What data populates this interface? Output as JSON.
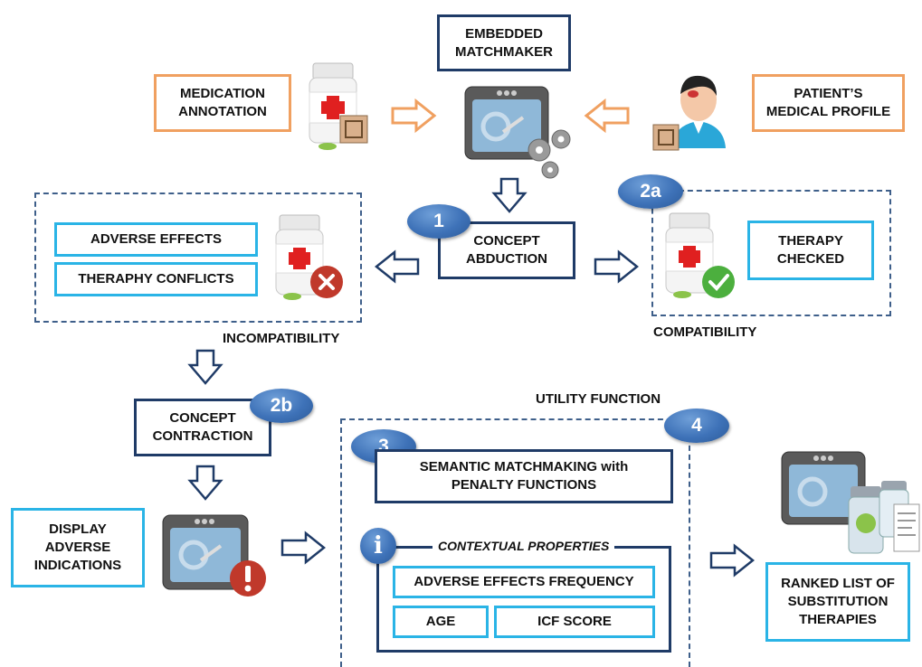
{
  "nodes": {
    "medication_annotation": "MEDICATION\nANNOTATION",
    "embedded_matchmaker": "EMBEDDED\nMATCHMAKER",
    "patient_profile": "PATIENT’S\nMEDICAL PROFILE",
    "concept_abduction": "CONCEPT\nABDUCTION",
    "adverse_effects": "ADVERSE EFFECTS",
    "theraphy_conflicts": "THERAPHY CONFLICTS",
    "therapy_checked": "THERAPY\nCHECKED",
    "concept_contraction": "CONCEPT\nCONTRACTION",
    "semantic_matchmaking": "SEMANTIC MATCHMAKING with\nPENALTY FUNCTIONS",
    "display_adverse": "DISPLAY\nADVERSE\nINDICATIONS",
    "adverse_freq": "ADVERSE EFFECTS FREQUENCY",
    "age": "AGE",
    "icf_score": "ICF SCORE",
    "ranked_list": "RANKED LIST OF\nSUBSTITUTION\nTHERAPIES"
  },
  "labels": {
    "incompatibility": "INCOMPATIBILITY",
    "compatibility": "COMPATIBILITY",
    "utility_function": "UTILITY FUNCTION",
    "contextual_properties": "CONTEXTUAL PROPERTIES"
  },
  "badges": {
    "b1": "1",
    "b2a": "2a",
    "b2b": "2b",
    "b3": "3",
    "b4": "4",
    "info": "i"
  },
  "colors": {
    "orange_border": "#f0a060",
    "navy_border": "#1f3b67",
    "cyan_border": "#2ab4e6",
    "badge_blue": "#3e72b8",
    "arrow_navy": "#1f3b67",
    "arrow_orange": "#f0a060"
  }
}
